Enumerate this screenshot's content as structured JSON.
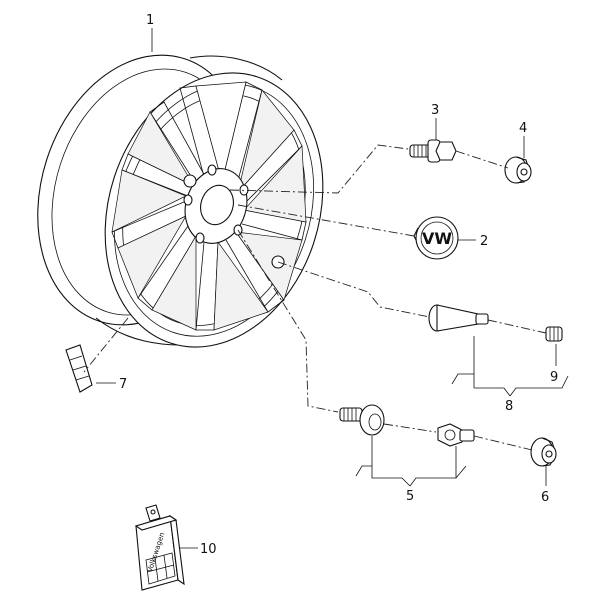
{
  "callouts": [
    {
      "id": "1",
      "label": "1"
    },
    {
      "id": "2",
      "label": "2"
    },
    {
      "id": "3",
      "label": "3"
    },
    {
      "id": "4",
      "label": "4"
    },
    {
      "id": "5",
      "label": "5"
    },
    {
      "id": "6",
      "label": "6"
    },
    {
      "id": "7",
      "label": "7"
    },
    {
      "id": "8",
      "label": "8"
    },
    {
      "id": "9",
      "label": "9"
    },
    {
      "id": "10",
      "label": "10"
    }
  ],
  "emblem_text": "VW",
  "box_brand_text": "Volkswagen"
}
